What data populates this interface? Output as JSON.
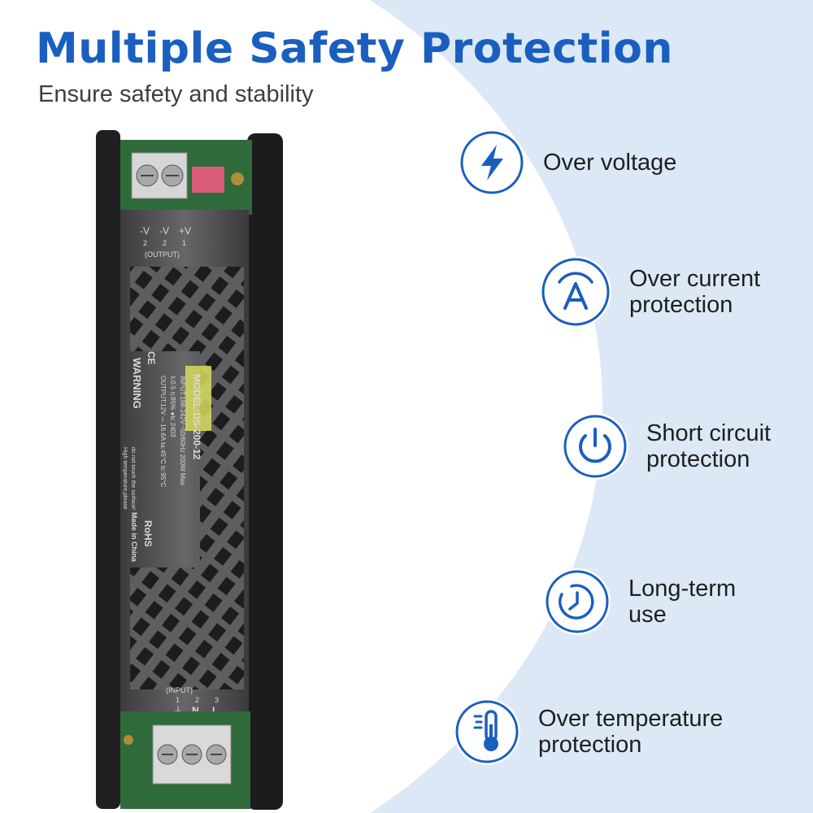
{
  "banner": {
    "title": "Multiple Safety Protection",
    "subtitle": "Ensure safety and stability"
  },
  "colors": {
    "accent": "#1a5fc0",
    "background_arc": "#dce8f6",
    "casing": "#5b5b5e",
    "pcb": "#2f6b3a"
  },
  "features": [
    {
      "icon": "lightning-bolt-icon",
      "line1": "Over voltage",
      "line2": ""
    },
    {
      "icon": "current-a-icon",
      "line1": "Over current",
      "line2": "protection"
    },
    {
      "icon": "power-icon",
      "line1": "Short circuit",
      "line2": "protection"
    },
    {
      "icon": "clock-icon",
      "line1": "Long-term",
      "line2": "use"
    },
    {
      "icon": "thermometer-icon",
      "line1": "Over temperature",
      "line2": "protection"
    }
  ],
  "product_label": {
    "output_header": "(OUTPUT)",
    "output_terminals": [
      "-V",
      "-V",
      "+V"
    ],
    "output_numbers": [
      "2",
      "2",
      "1"
    ],
    "warning": "WARNING",
    "warning_note_1": "High temperature,please",
    "warning_note_2": "do not touch the surface!",
    "model": "MODEL:DS-200-12",
    "input_spec": "INPUT:198-242V~50/60Hz   200W Max",
    "efficiency_spec": "λ:0.5   η:85%   ●tc   2403",
    "output_spec": "OUTPUT:12V ⎓ 16.6A   ta:45°C   tc:95°C",
    "rohs": "RoHS",
    "made_in": "Made in China",
    "ce": "CE",
    "input_header": "(INPUT)",
    "input_numbers": [
      "1",
      "2",
      "3"
    ],
    "input_terminals": [
      "⏚",
      "N",
      "L"
    ]
  }
}
